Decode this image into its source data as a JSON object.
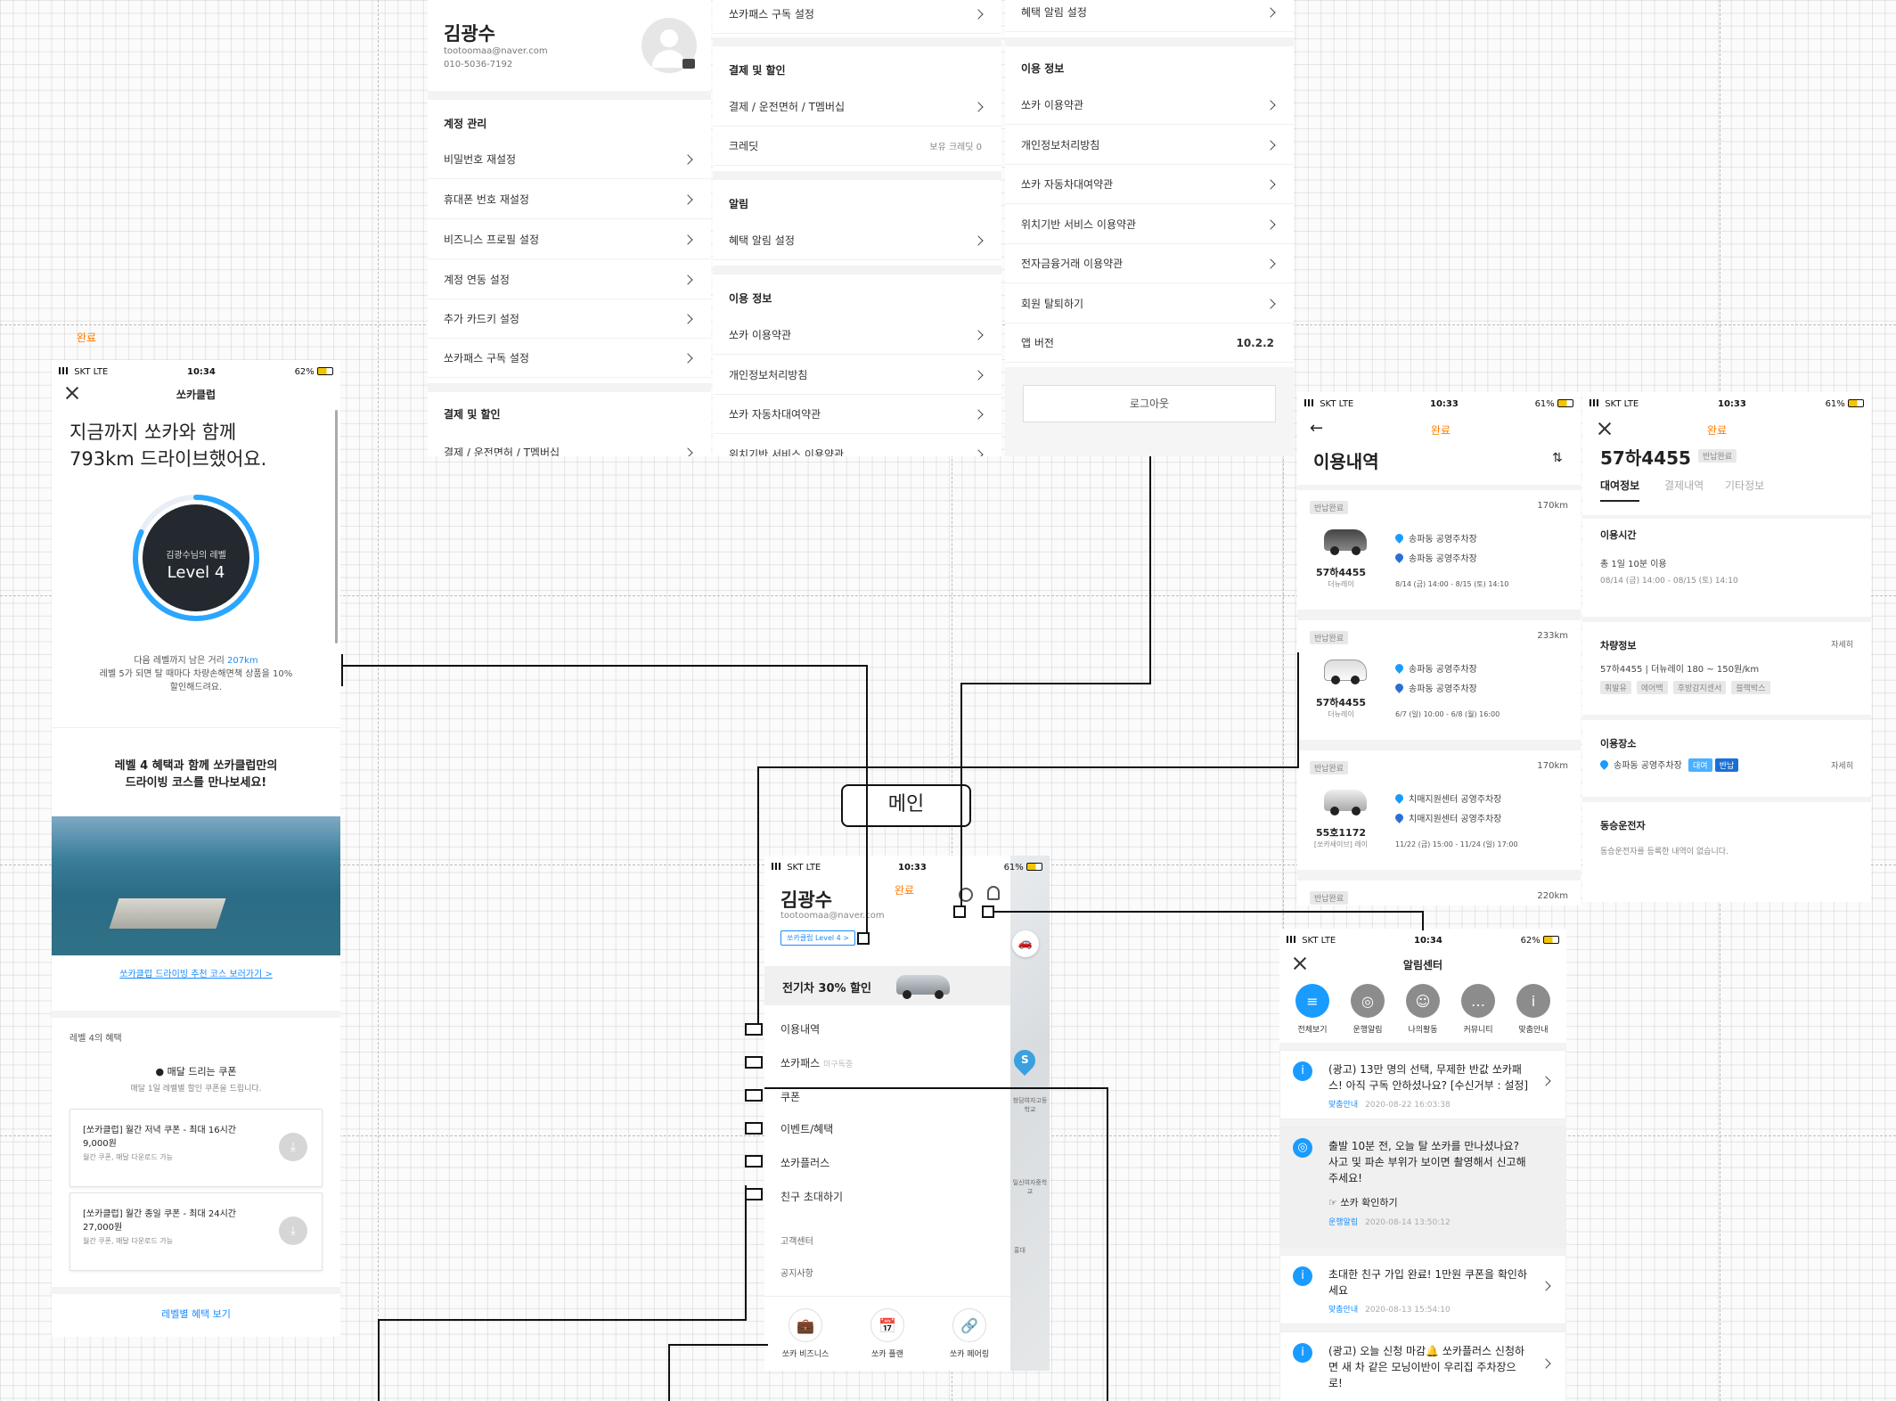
{
  "canvas_label_done": "완료",
  "flow_label": "메인",
  "status": {
    "carrier": "SKT",
    "net": "LTE",
    "battery_62": "62%",
    "battery_61": "61%",
    "t1034": "10:34",
    "t1033": "10:33"
  },
  "profile_menu": {
    "name": "김광수",
    "email": "tootoomaa@naver.com",
    "phone": "010-5036-7192",
    "account_section": "계정 관리",
    "account_items": [
      "비밀번호 재설정",
      "휴대폰 번호 재설정",
      "비즈니스 프로필 설정",
      "계정 연동 설정",
      "추가 카드키 설정",
      "쏘카패스 구독 설정"
    ],
    "payment_section": "결제 및 할인",
    "payment_item_cut": "결제 / 운전면허 / T멤버십"
  },
  "settings_mid": {
    "top_item": "쏘카패스 구독 설정",
    "payment_section": "결제 및 할인",
    "payment_item": "결제 / 운전면허 / T멤버십",
    "credit_label": "크레딧",
    "credit_value": "보유 크레딧 0",
    "alarm_section": "알림",
    "alarm_item": "혜택 알림 설정",
    "info_section": "이용 정보",
    "info_items": [
      "쏘카 이용약관",
      "개인정보처리방침",
      "쏘카 자동차대여약관"
    ],
    "info_item_cut": "위치기반 서비스 이용약관"
  },
  "settings_right": {
    "top_item": "혜택 알림 설정",
    "info_section": "이용 정보",
    "info_items": [
      "쏘카 이용약관",
      "개인정보처리방침",
      "쏘카 자동차대여약관",
      "위치기반 서비스 이용약관",
      "전자금융거래 이용약관",
      "회원 탈퇴하기"
    ],
    "version_label": "앱 버전",
    "version_value": "10.2.2",
    "logout": "로그아웃"
  },
  "club": {
    "title": "쏘카클럽",
    "headline1": "지금까지 쏘카와 함께",
    "headline2": "793km 드라이브했어요.",
    "level_caption": "김광수님의 레벨",
    "level": "Level 4",
    "level_progress": 0.82,
    "next_prefix": "다음 레벨까지 남은 거리",
    "next_distance": "207km",
    "next_desc1": "레벨 5가 되면 탈 때마다 차량손해면책 상품을 10%",
    "next_desc2": "할인해드려요.",
    "promo1": "레벨 4 혜택과 함께 쏘카클럽만의",
    "promo2": "드라이빙 코스를 만나보세요!",
    "course_link": "쏘카클럽 드라이빙 추천 코스 보러가기 >",
    "benefit_title": "레벨 4의 혜택",
    "coupon_title": "● 매달 드리는 쿠폰",
    "coupon_sub": "매달 1일 레벨별 할인 쿠폰을 드립니다.",
    "coupons": [
      {
        "name": "[쏘카클럽] 월간 저녁 쿠폰 - 최대 16시간",
        "price": "9,000원",
        "note": "월간 쿠폰, 매달 다운로드 가능"
      },
      {
        "name": "[쏘카클럽] 월간 종일 쿠폰 - 최대 24시간",
        "price": "27,000원",
        "note": "월간 쿠폰, 매달 다운로드 가능"
      }
    ],
    "more_link": "레벨별 혜택 보기"
  },
  "main_screen": {
    "name": "김광수",
    "email": "tootoomaa@naver.com",
    "done": "완료",
    "level_badge": "쏘카클럽 Level 4  >",
    "banner": "전기차 30% 할인",
    "menu": [
      "이용내역",
      "쏘카패스",
      "쿠폰",
      "이벤트/혜택",
      "쏘카플러스",
      "친구 초대하기"
    ],
    "pass_sub": "미구독중",
    "sub_menu": [
      "고객센터",
      "공지사항"
    ],
    "bottom": [
      "쏘카 비즈니스",
      "쏘카 플랜",
      "쏘카 페어링"
    ],
    "map_labels": [
      "S",
      "청담여자고등학교",
      "일신여자중학교",
      "홍대"
    ]
  },
  "history": {
    "title": "이용내역",
    "done": "완료",
    "items": [
      {
        "badge": "반납완료",
        "km": "170km",
        "plate": "57하4455",
        "model": "더뉴레이",
        "from": "송파동 공영주차장",
        "to": "송파동 공영주차장",
        "period": "8/14 (금) 14:00 - 8/15 (토) 14:10"
      },
      {
        "badge": "반납완료",
        "km": "233km",
        "plate": "57하4455",
        "model": "더뉴레이",
        "from": "송파동 공영주차장",
        "to": "송파동 공영주차장",
        "period": "6/7 (일) 10:00 - 6/8 (월) 16:00"
      },
      {
        "badge": "반납완료",
        "km": "170km",
        "plate": "55호1172",
        "model": "[쏘카세이브] 레이",
        "from": "치매지원센터 공영주차장",
        "to": "치매지원센터 공영주차장",
        "period": "11/22 (금) 15:00 - 11/24 (일) 17:00"
      },
      {
        "badge": "반납완료",
        "km": "220km"
      }
    ]
  },
  "detail": {
    "done": "완료",
    "plate": "57하4455",
    "badge": "반납완료",
    "tabs": [
      "대여정보",
      "결제내역",
      "기타정보"
    ],
    "time_label": "이용시간",
    "time_total": "총 1일 10분 이용",
    "time_range": "08/14 (금) 14:00 - 08/15 (토) 14:10",
    "car_label": "차량정보",
    "detail_link": "자세히",
    "car_info": "57하4455 | 더뉴레이 180 ~ 150원/km",
    "car_tags": [
      "휘발유",
      "에어백",
      "후방감지센서",
      "블랙박스"
    ],
    "place_label": "이용장소",
    "place": "송파동 공영주차장",
    "place_tags": [
      "대여",
      "반납"
    ],
    "codriver_label": "동승운전자",
    "codriver_empty": "동승운전자를 등록한 내역이 없습니다."
  },
  "alarm": {
    "title": "알림센터",
    "categories": [
      "전체보기",
      "운행알림",
      "나의활동",
      "커뮤니티",
      "맞춤안내"
    ],
    "items": [
      {
        "text": "(광고) 13만 명의 선택, 무제한 반값 쏘카패스! 아직 구독 안하셨나요? [수신거부 : 설정]",
        "cat": "맞춤안내",
        "date": "2020-08-22 16:03:38"
      },
      {
        "text": "출발 10분 전, 오늘 탈 쏘카를 만나셨나요? 사고 및 파손 부위가 보이면 촬영해서 신고해주세요!",
        "link": "☞ 쏘카 확인하기",
        "cat": "운행알림",
        "date": "2020-08-14 13:50:12"
      },
      {
        "text": "초대한 친구 가입 완료! 1만원 쿠폰을 확인하세요",
        "cat": "맞춤안내",
        "date": "2020-08-13 15:54:10"
      },
      {
        "text": "(광고) 오늘 신청 마감🔔 쏘카플러스 신청하면 새 차 같은 모닝이반이 우리집 주차장으로!"
      }
    ]
  },
  "colors": {
    "accent": "#1a9bff",
    "orange": "#ff7a00",
    "ink": "#222222"
  }
}
